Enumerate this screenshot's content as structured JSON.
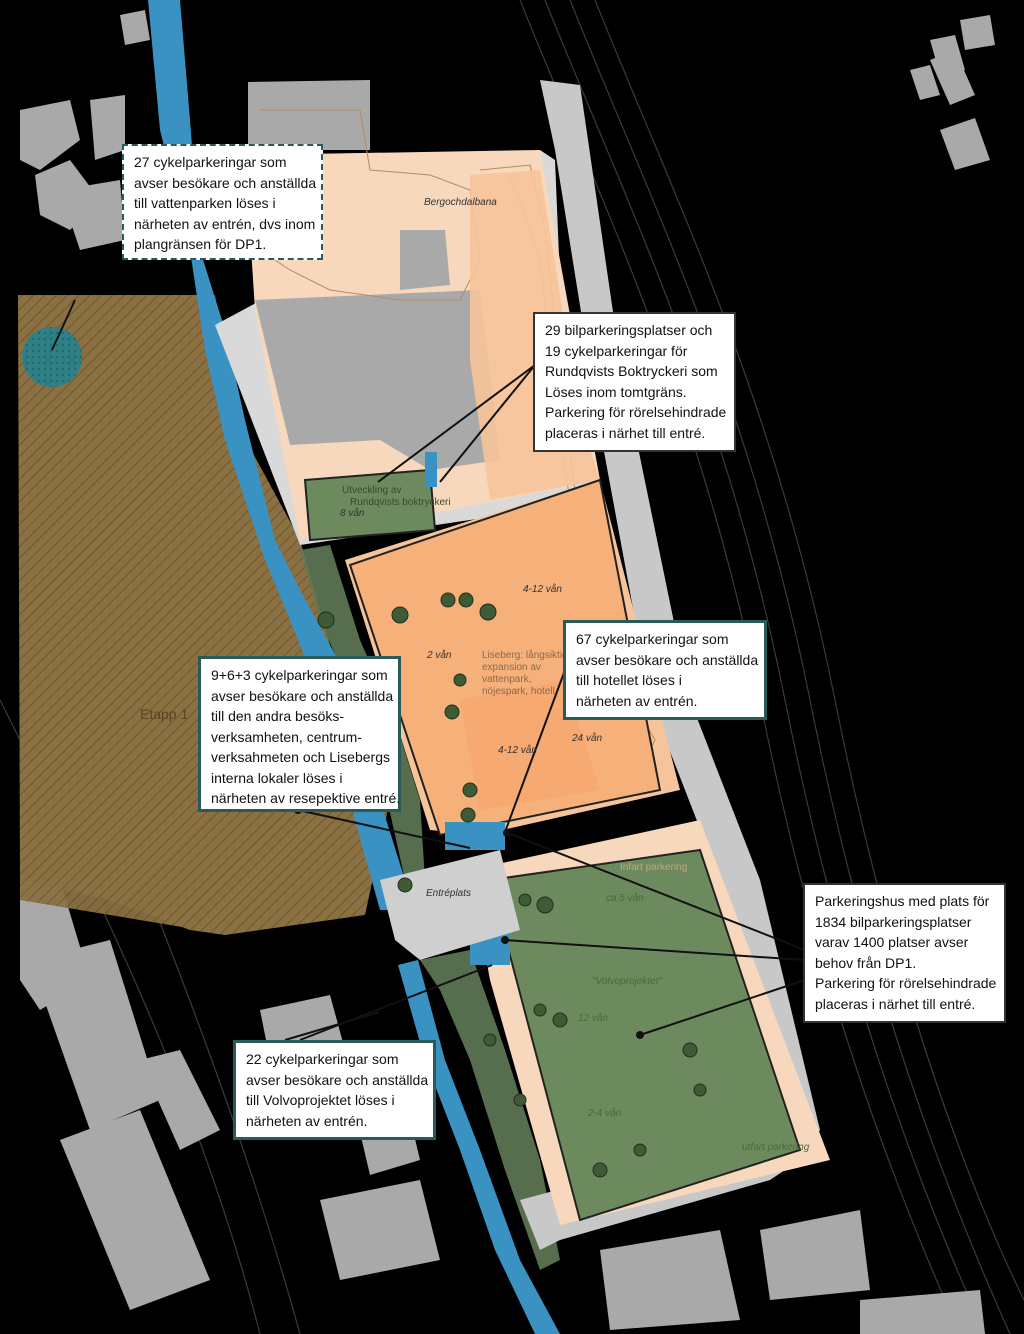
{
  "colors": {
    "background": "#000000",
    "building_grey": "#a9a9a9",
    "site_orange": "#f6c49a",
    "site_light": "#f7d8bc",
    "parking_green": "#6d8a5e",
    "canal_blue": "#3a92c2",
    "callout_border": "#2b5a5a",
    "hatched_area": "#8b7042"
  },
  "map_labels": {
    "bergochdalbana": "Bergochdalbana",
    "utveckling": "Utveckling av",
    "rundqvists": "Rundqvists boktryckeri",
    "vaningar_8": "8 vån",
    "vaningar_4_12_top": "4-12 vån",
    "vaningar_2": "2 vån",
    "liseberg_1": "Liseberg: långsiktig",
    "liseberg_2": "expansion av",
    "liseberg_3": "vattenpark,",
    "liseberg_4": "nöjespark, hotell",
    "vaningar_4_12_mid": "4-12 vån",
    "vaningar_24": "24 vån",
    "etapp": "Etapp 1",
    "entreplats": "Entréplats",
    "ca5": "ca 5 vån",
    "volvoprojektet": "\"Volvoprojektet\"",
    "vaningar_12": "12 vån",
    "vaningar_2_4": "2-4 vån",
    "infart_parkering": "Infart parkering",
    "utfart_parkering": "utfart parkering"
  },
  "callouts": {
    "c1": [
      "27 cykelparkeringar som",
      "avser besökare och anställda",
      "till vattenparken löses i",
      "närheten av entrén, dvs inom",
      "plangränsen för DP1."
    ],
    "c2": [
      "29  bilparkeringsplatser och",
      "19 cykelparkeringar för",
      "Rundqvists Boktryckeri som",
      "Löses inom tomtgräns.",
      "Parkering för rörelsehindrade",
      "placeras i närhet till entré."
    ],
    "c3": [
      "67 cykelparkeringar som",
      "avser besökare och anställda",
      "till hotellet löses i",
      "närheten av entrén."
    ],
    "c4": [
      "9+6+3 cykelparkeringar som",
      "avser besökare och anställda",
      "till den andra besöks-",
      "verksamheten, centrum-",
      "verksahmeten och Lisebergs",
      "interna lokaler löses i",
      "närheten av resepektive entré."
    ],
    "c5": [
      "Parkeringshus med plats för",
      "1834 bilparkeringsplatser",
      "varav 1400 platser avser",
      "behov från DP1.",
      "Parkering för rörelsehindrade",
      "placeras i närhet till entré."
    ],
    "c6": [
      "22 cykelparkeringar som",
      "avser besökare och anställda",
      "till Volvoprojektet löses i",
      "närheten av entrén."
    ]
  }
}
